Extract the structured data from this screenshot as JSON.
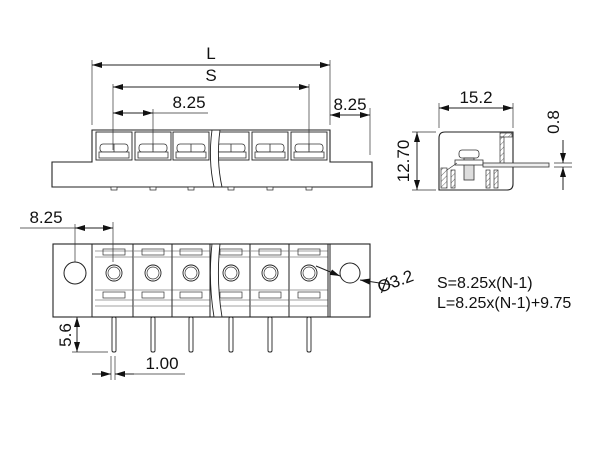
{
  "top_view": {
    "dim_length": "L",
    "dim_span": "S",
    "dim_pitch": "8.25",
    "dim_end": "8.25"
  },
  "side_view": {
    "dim_width": "15.2",
    "dim_height": "12.70",
    "dim_thickness": "0.8"
  },
  "front_view": {
    "dim_hole_offset": "8.25",
    "dim_pin_length": "5.6",
    "dim_pin_width": "1.00",
    "dim_hole_diameter": "Ø3.2"
  },
  "formulas": {
    "span": "S=8.25x(N-1)",
    "length": "L=8.25x(N-1)+9.75"
  }
}
